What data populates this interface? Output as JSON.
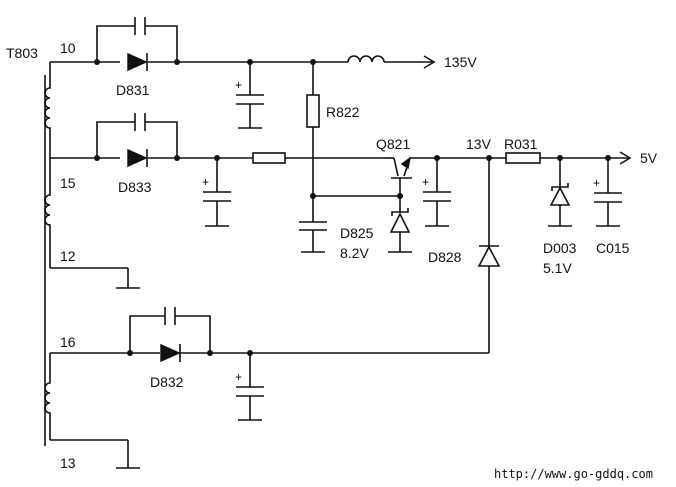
{
  "transformer": {
    "name": "T803",
    "pins": [
      "10",
      "15",
      "12",
      "16",
      "13"
    ]
  },
  "components": {
    "d831": "D831",
    "d833": "D833",
    "d832": "D832",
    "r822": "R822",
    "q821": "Q821",
    "d825": "D825",
    "d825_value": "8.2V",
    "d828": "D828",
    "r031": "R031",
    "d003": "D003",
    "d003_value": "5.1V",
    "c015": "C015"
  },
  "nets": {
    "v135": "135V",
    "v13": "13V",
    "v5": "5V"
  },
  "watermark": "http://www.go-gddq.com"
}
